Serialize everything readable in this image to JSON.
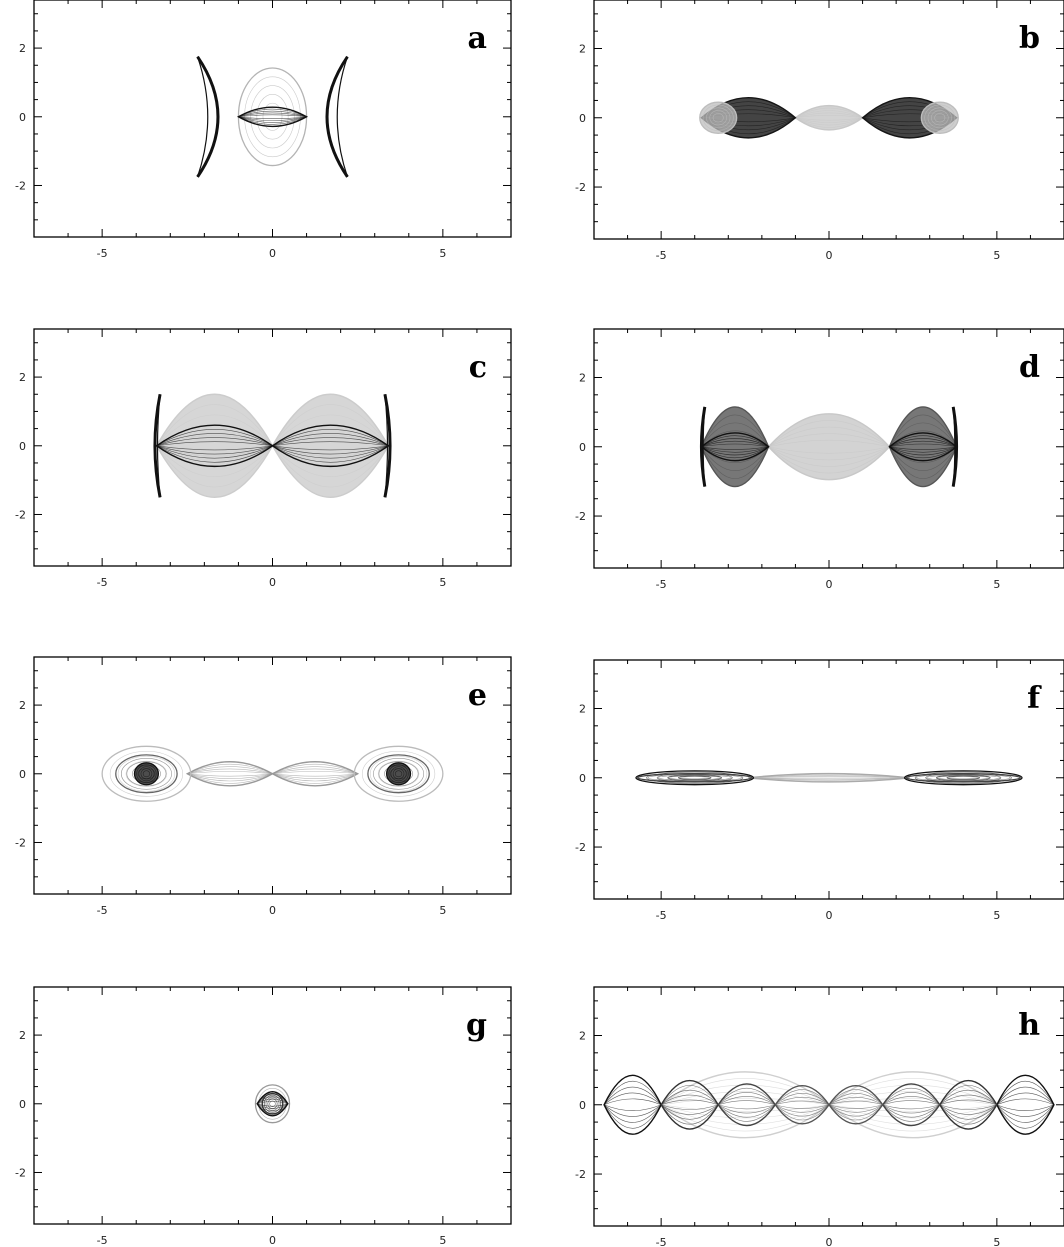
{
  "chart_data": [
    {
      "type": "line",
      "panel_label": "a",
      "xlim": [
        -7,
        7
      ],
      "ylim": [
        -3.5,
        3.4
      ],
      "x_ticks": [
        "-5",
        "0",
        "5"
      ],
      "y_ticks": [
        "2",
        "0",
        "-2"
      ],
      "grid": false,
      "series": [
        {
          "shape": "ellipse",
          "cx": 0,
          "cy": 0,
          "rx": 1.0,
          "ry": 1.42,
          "color": "#b4b4b4",
          "fill": false
        },
        {
          "shape": "lens",
          "x0": -1.0,
          "x1": 1.0,
          "h": 0.28,
          "color": "#111111",
          "fill": false
        },
        {
          "shape": "arc",
          "x_start": -2.2,
          "x_end": -1.0,
          "h": 1.75,
          "color": "#111111"
        },
        {
          "shape": "arc",
          "x_start": 2.2,
          "x_end": 1.0,
          "h": 1.75,
          "color": "#111111"
        }
      ]
    },
    {
      "type": "line",
      "panel_label": "b",
      "xlim": [
        -7,
        7
      ],
      "ylim": [
        -3.5,
        3.4
      ],
      "x_ticks": [
        "-5",
        "0",
        "5"
      ],
      "y_ticks": [
        "2",
        "0",
        "-2"
      ],
      "grid": false,
      "series": [
        {
          "shape": "lens",
          "x0": -1.0,
          "x1": 1.0,
          "h": 0.35,
          "color": "#c8c8c8",
          "fill": true
        },
        {
          "shape": "lens",
          "x0": -3.8,
          "x1": -1.0,
          "h": 0.58,
          "color": "#151515",
          "fill": true
        },
        {
          "shape": "lens",
          "x0": 1.0,
          "x1": 3.8,
          "h": 0.58,
          "color": "#151515",
          "fill": true
        },
        {
          "shape": "ellipse",
          "cx": -3.3,
          "cy": 0,
          "rx": 0.55,
          "ry": 0.45,
          "color": "#bdbdbd",
          "fill": true
        },
        {
          "shape": "ellipse",
          "cx": 3.3,
          "cy": 0,
          "rx": 0.55,
          "ry": 0.45,
          "color": "#bdbdbd",
          "fill": true
        }
      ]
    },
    {
      "type": "line",
      "panel_label": "c",
      "xlim": [
        -7,
        7
      ],
      "ylim": [
        -3.5,
        3.4
      ],
      "x_ticks": [
        "-5",
        "0",
        "5"
      ],
      "y_ticks": [
        "2",
        "0",
        "-2"
      ],
      "grid": false,
      "series": [
        {
          "shape": "lens",
          "x0": -3.4,
          "x1": 0,
          "h": 1.5,
          "color": "#cccccc",
          "fill": true
        },
        {
          "shape": "lens",
          "x0": 0,
          "x1": 3.4,
          "h": 1.5,
          "color": "#cccccc",
          "fill": true
        },
        {
          "shape": "lens",
          "x0": -3.4,
          "x1": 0,
          "h": 0.6,
          "color": "#111111",
          "fill": false
        },
        {
          "shape": "lens",
          "x0": 0,
          "x1": 3.4,
          "h": 0.6,
          "color": "#111111",
          "fill": false
        },
        {
          "shape": "arc",
          "x_start": -3.3,
          "x_end": -3.6,
          "h": 1.5,
          "color": "#111111"
        },
        {
          "shape": "arc",
          "x_start": 3.3,
          "x_end": 3.6,
          "h": 1.5,
          "color": "#111111"
        }
      ]
    },
    {
      "type": "line",
      "panel_label": "d",
      "xlim": [
        -7,
        7
      ],
      "ylim": [
        -3.5,
        3.4
      ],
      "x_ticks": [
        "-5",
        "0",
        "5"
      ],
      "y_ticks": [
        "2",
        "0",
        "-2"
      ],
      "grid": false,
      "series": [
        {
          "shape": "lens",
          "x0": -1.8,
          "x1": 1.8,
          "h": 0.95,
          "color": "#c8c8c8",
          "fill": true
        },
        {
          "shape": "lens",
          "x0": -3.8,
          "x1": -1.8,
          "h": 1.15,
          "color": "#555555",
          "fill": true
        },
        {
          "shape": "lens",
          "x0": 1.8,
          "x1": 3.8,
          "h": 1.15,
          "color": "#555555",
          "fill": true
        },
        {
          "shape": "lens",
          "x0": -3.8,
          "x1": -1.8,
          "h": 0.4,
          "color": "#111111",
          "fill": false
        },
        {
          "shape": "lens",
          "x0": 1.8,
          "x1": 3.8,
          "h": 0.4,
          "color": "#111111",
          "fill": false
        },
        {
          "shape": "arc",
          "x_start": -3.7,
          "x_end": -3.9,
          "h": 1.15,
          "color": "#111111"
        },
        {
          "shape": "arc",
          "x_start": 3.7,
          "x_end": 3.9,
          "h": 1.15,
          "color": "#111111"
        }
      ]
    },
    {
      "type": "line",
      "panel_label": "e",
      "xlim": [
        -7,
        7
      ],
      "ylim": [
        -3.5,
        3.4
      ],
      "x_ticks": [
        "-5",
        "0",
        "5"
      ],
      "y_ticks": [
        "2",
        "0",
        "-2"
      ],
      "grid": false,
      "series": [
        {
          "shape": "lens",
          "x0": -2.5,
          "x1": 0,
          "h": 0.35,
          "color": "#999999",
          "fill": false
        },
        {
          "shape": "lens",
          "x0": 0,
          "x1": 2.5,
          "h": 0.35,
          "color": "#999999",
          "fill": false
        },
        {
          "shape": "ellipse",
          "cx": -3.7,
          "cy": 0,
          "rx": 1.3,
          "ry": 0.8,
          "color": "#bbbbbb",
          "fill": false
        },
        {
          "shape": "ellipse",
          "cx": 3.7,
          "cy": 0,
          "rx": 1.3,
          "ry": 0.8,
          "color": "#bbbbbb",
          "fill": false
        },
        {
          "shape": "ellipse",
          "cx": -3.7,
          "cy": 0,
          "rx": 0.9,
          "ry": 0.55,
          "color": "#666666",
          "fill": false
        },
        {
          "shape": "ellipse",
          "cx": 3.7,
          "cy": 0,
          "rx": 0.9,
          "ry": 0.55,
          "color": "#666666",
          "fill": false
        },
        {
          "shape": "ellipse",
          "cx": -3.7,
          "cy": 0,
          "rx": 0.35,
          "ry": 0.32,
          "color": "#111111",
          "fill": true
        },
        {
          "shape": "ellipse",
          "cx": 3.7,
          "cy": 0,
          "rx": 0.35,
          "ry": 0.32,
          "color": "#111111",
          "fill": true
        }
      ]
    },
    {
      "type": "line",
      "panel_label": "f",
      "xlim": [
        -7,
        7
      ],
      "ylim": [
        -3.5,
        3.4
      ],
      "x_ticks": [
        "-5",
        "0",
        "5"
      ],
      "y_ticks": [
        "2",
        "0",
        "-2"
      ],
      "grid": false,
      "series": [
        {
          "shape": "lens",
          "x0": -2.4,
          "x1": 2.4,
          "h": 0.12,
          "color": "#aaaaaa",
          "fill": false
        },
        {
          "shape": "ellipse",
          "cx": -4.0,
          "cy": 0,
          "rx": 1.75,
          "ry": 0.2,
          "color": "#111111",
          "fill": false
        },
        {
          "shape": "ellipse",
          "cx": 4.0,
          "cy": 0,
          "rx": 1.75,
          "ry": 0.2,
          "color": "#111111",
          "fill": false
        },
        {
          "shape": "ellipse",
          "cx": -4.0,
          "cy": 0,
          "rx": 1.7,
          "ry": 0.12,
          "color": "#444444",
          "fill": false
        },
        {
          "shape": "ellipse",
          "cx": 4.0,
          "cy": 0,
          "rx": 1.7,
          "ry": 0.12,
          "color": "#444444",
          "fill": false
        }
      ]
    },
    {
      "type": "line",
      "panel_label": "g",
      "xlim": [
        -7,
        7
      ],
      "ylim": [
        -3.5,
        3.4
      ],
      "x_ticks": [
        "-5",
        "0",
        "5"
      ],
      "y_ticks": [
        "2",
        "0",
        "-2"
      ],
      "grid": false,
      "series": [
        {
          "shape": "ellipse",
          "cx": 0,
          "cy": 0,
          "rx": 0.5,
          "ry": 0.55,
          "color": "#999999",
          "fill": false
        },
        {
          "shape": "lens",
          "x0": -0.45,
          "x1": 0.45,
          "h": 0.35,
          "color": "#111111",
          "fill": false
        },
        {
          "shape": "ellipse",
          "cx": 0,
          "cy": 0,
          "rx": 0.3,
          "ry": 0.3,
          "color": "#333333",
          "fill": false
        }
      ]
    },
    {
      "type": "line",
      "panel_label": "h",
      "xlim": [
        -7,
        7
      ],
      "ylim": [
        -3.5,
        3.4
      ],
      "x_ticks": [
        "-5",
        "0",
        "5"
      ],
      "y_ticks": [
        "2",
        "0",
        "-2"
      ],
      "grid": false,
      "series": [
        {
          "shape": "lens",
          "x0": -5.0,
          "x1": 0,
          "h": 0.95,
          "color": "#cfcfcf",
          "fill": false
        },
        {
          "shape": "lens",
          "x0": 0,
          "x1": 5.0,
          "h": 0.95,
          "color": "#cfcfcf",
          "fill": false
        },
        {
          "shape": "lens",
          "x0": -6.7,
          "x1": -5.0,
          "h": 0.85,
          "color": "#111111",
          "fill": false
        },
        {
          "shape": "lens",
          "x0": 5.0,
          "x1": 6.7,
          "h": 0.85,
          "color": "#111111",
          "fill": false
        },
        {
          "shape": "lens",
          "x0": -5.0,
          "x1": -3.3,
          "h": 0.7,
          "color": "#333333",
          "fill": false
        },
        {
          "shape": "lens",
          "x0": 3.3,
          "x1": 5.0,
          "h": 0.7,
          "color": "#333333",
          "fill": false
        },
        {
          "shape": "lens",
          "x0": -3.3,
          "x1": -1.6,
          "h": 0.6,
          "color": "#444444",
          "fill": false
        },
        {
          "shape": "lens",
          "x0": 1.6,
          "x1": 3.3,
          "h": 0.6,
          "color": "#444444",
          "fill": false
        },
        {
          "shape": "lens",
          "x0": -1.6,
          "x1": 0,
          "h": 0.55,
          "color": "#555555",
          "fill": false
        },
        {
          "shape": "lens",
          "x0": 0,
          "x1": 1.6,
          "h": 0.55,
          "color": "#555555",
          "fill": false
        }
      ]
    }
  ]
}
